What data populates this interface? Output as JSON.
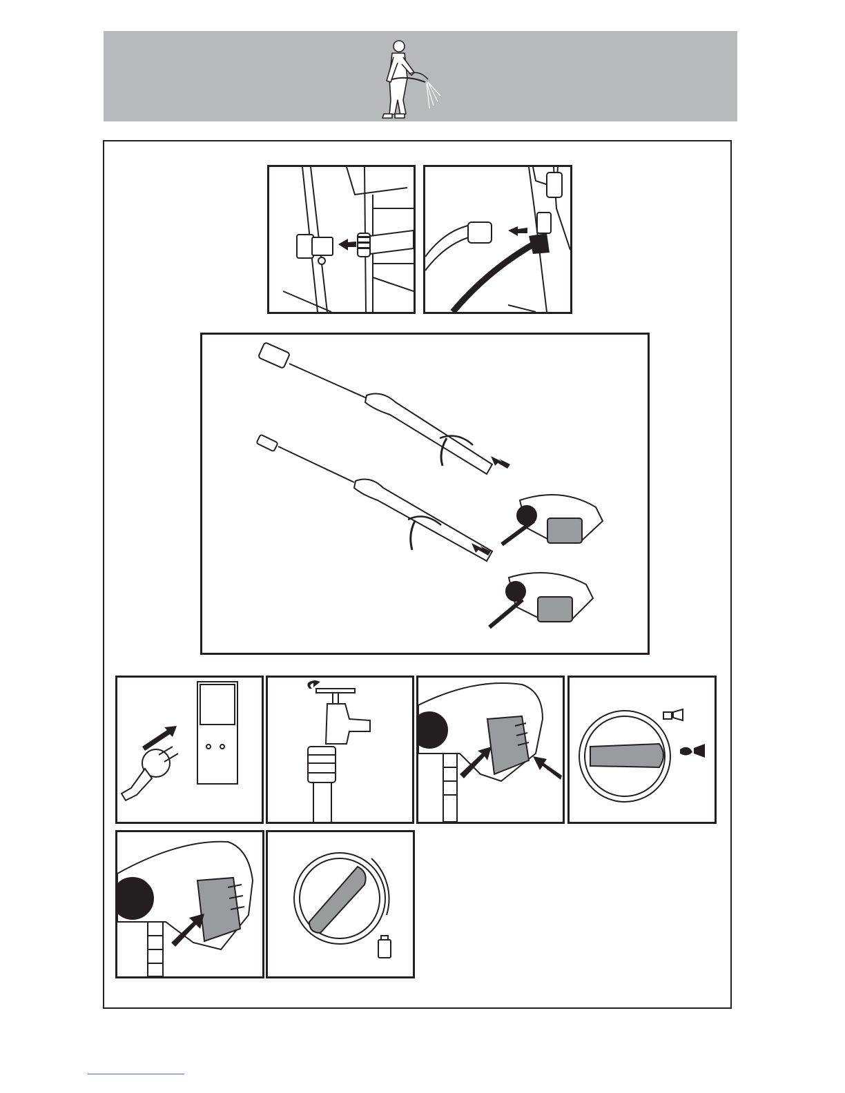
{
  "document": {
    "header_illustration": "person-using-pressure-washer",
    "colors": {
      "banner": "#b8b9bb",
      "line": "#231f20",
      "shade": "#9a9b9d",
      "footer_rule": "#4a5fd8"
    },
    "panels": [
      {
        "id": "fig-hose-outlet-connect",
        "icon": "hose-to-outlet-arrow-icon"
      },
      {
        "id": "fig-hose-gun-connect",
        "icon": "hose-to-gun-arrow-icon"
      },
      {
        "id": "fig-lance-assembly",
        "icon": "lance-twist-insert-icon"
      },
      {
        "id": "fig-plug-in-socket",
        "icon": "plug-socket-icon"
      },
      {
        "id": "fig-open-tap",
        "icon": "water-tap-icon"
      },
      {
        "id": "fig-trigger-safety",
        "icon": "trigger-press-icon"
      },
      {
        "id": "fig-nozzle-selector",
        "icon": "nozzle-dial-icon"
      },
      {
        "id": "fig-trigger-press",
        "icon": "trigger-release-icon"
      },
      {
        "id": "fig-detergent-dial",
        "icon": "detergent-dial-icon"
      }
    ]
  }
}
